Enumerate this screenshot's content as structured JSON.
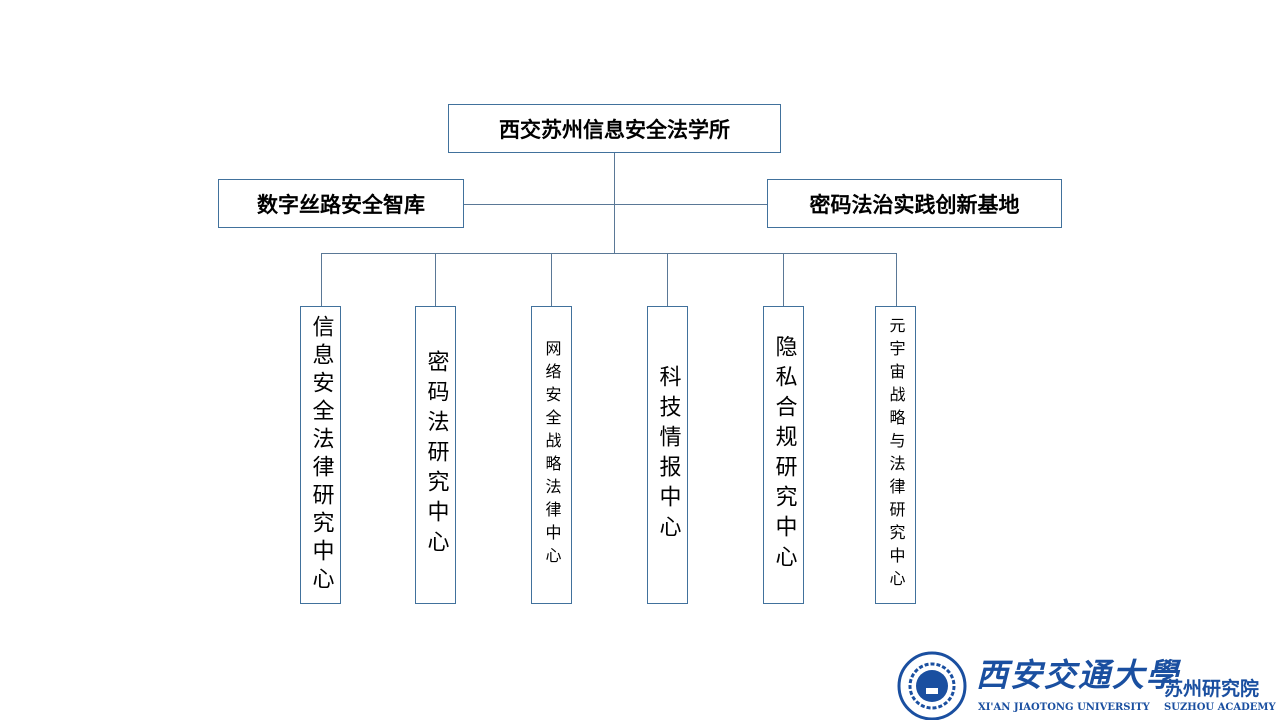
{
  "root": {
    "label": "西交苏州信息安全法学所"
  },
  "side": [
    {
      "label": "数字丝路安全智库"
    },
    {
      "label": "密码法治实践创新基地"
    }
  ],
  "centers": [
    {
      "label": "信息安全法律研究中心"
    },
    {
      "label": "密码法研究中心"
    },
    {
      "label": "网络安全战略法律中心"
    },
    {
      "label": "科技情报中心"
    },
    {
      "label": "隐私合规研究中心"
    },
    {
      "label": "元宇宙战略与法律研究中心"
    }
  ],
  "logo": {
    "name_cn": "西安交通大學",
    "sub_cn": "苏州研究院",
    "name_en": "XI'AN JIAOTONG UNIVERSITY",
    "sub_en": "SUZHOU ACADEMY"
  },
  "colors": {
    "border": "#41719c",
    "connector": "#5a7896",
    "logo_blue": "#1a4fa0"
  }
}
